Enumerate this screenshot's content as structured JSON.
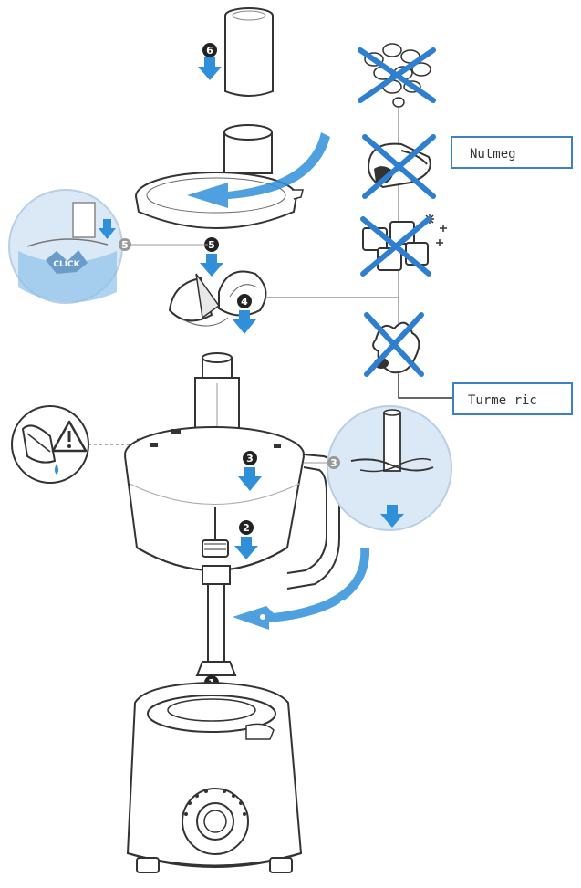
{
  "labels": {
    "nutmeg": "Nutmeg",
    "turmeric": "Turme ric",
    "click": "CLICK"
  },
  "steps": [
    "6",
    "5",
    "5",
    "4",
    "3",
    "3",
    "2",
    "1"
  ],
  "colors": {
    "accent": "#2f8fd8",
    "outline": "#333333",
    "callout_border": "#3b82c4",
    "bubble_fill": "#dbe9f6",
    "cross": "#2f7fd0"
  },
  "icons": [
    "down-arrow-icon",
    "curved-arrow-icon",
    "cross-icon",
    "warning-icon",
    "snowflake-icon"
  ]
}
